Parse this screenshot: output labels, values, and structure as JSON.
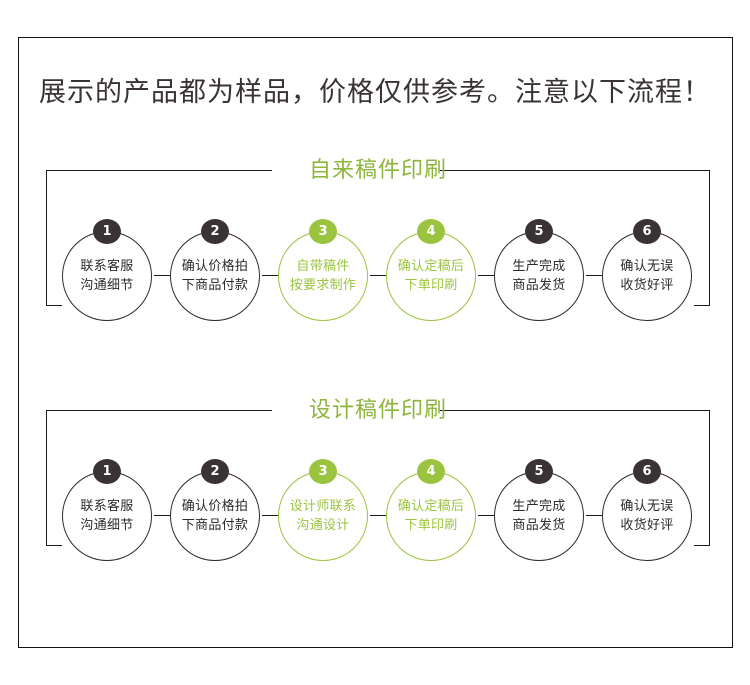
{
  "page": {
    "headline": "展示的产品都为样品，价格仅供参考。注意以下流程！",
    "colors": {
      "accent_green": "#9ac43f",
      "dark": "#3a3335",
      "border": "#1b1b1b",
      "background": "#ffffff"
    }
  },
  "sections": [
    {
      "title": "自来稿件印刷",
      "steps": [
        {
          "number": "1",
          "line1": "联系客服",
          "line2": "沟通细节",
          "highlight": false
        },
        {
          "number": "2",
          "line1": "确认价格拍",
          "line2": "下商品付款",
          "highlight": false
        },
        {
          "number": "3",
          "line1": "自带稿件",
          "line2": "按要求制作",
          "highlight": true
        },
        {
          "number": "4",
          "line1": "确认定稿后",
          "line2": "下单印刷",
          "highlight": true
        },
        {
          "number": "5",
          "line1": "生产完成",
          "line2": "商品发货",
          "highlight": false
        },
        {
          "number": "6",
          "line1": "确认无误",
          "line2": "收货好评",
          "highlight": false
        }
      ]
    },
    {
      "title": "设计稿件印刷",
      "steps": [
        {
          "number": "1",
          "line1": "联系客服",
          "line2": "沟通细节",
          "highlight": false
        },
        {
          "number": "2",
          "line1": "确认价格拍",
          "line2": "下商品付款",
          "highlight": false
        },
        {
          "number": "3",
          "line1": "设计师联系",
          "line2": "沟通设计",
          "highlight": true
        },
        {
          "number": "4",
          "line1": "确认定稿后",
          "line2": "下单印刷",
          "highlight": true
        },
        {
          "number": "5",
          "line1": "生产完成",
          "line2": "商品发货",
          "highlight": false
        },
        {
          "number": "6",
          "line1": "确认无误",
          "line2": "收货好评",
          "highlight": false
        }
      ]
    }
  ]
}
